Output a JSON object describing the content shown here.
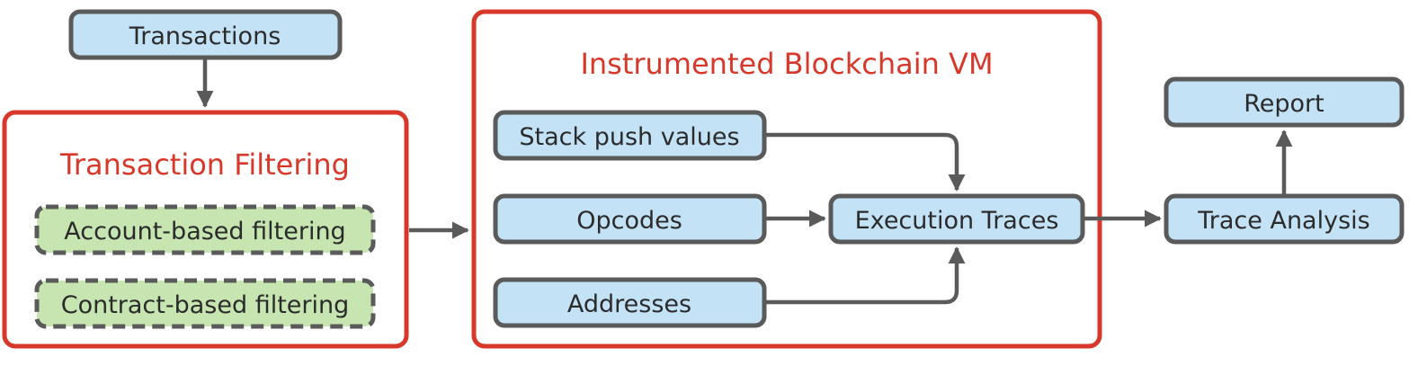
{
  "colors": {
    "group_border": "#d7382a",
    "group_title": "#d7382a",
    "node_fill": "#c3e2f5",
    "node_border": "#5a5a5a",
    "filter_fill": "#c6e5b0",
    "arrow": "#5a5a5a",
    "text": "#2b2b2b"
  },
  "nodes": {
    "transactions": "Transactions",
    "stack_push_values": "Stack push values",
    "opcodes": "Opcodes",
    "addresses": "Addresses",
    "execution_traces": "Execution Traces",
    "trace_analysis": "Trace Analysis",
    "report": "Report"
  },
  "groups": {
    "transaction_filtering": {
      "title": "Transaction Filtering",
      "items": [
        "Account-based filtering",
        "Contract-based filtering"
      ]
    },
    "blockchain_vm": {
      "title": "Instrumented Blockchain VM"
    }
  }
}
